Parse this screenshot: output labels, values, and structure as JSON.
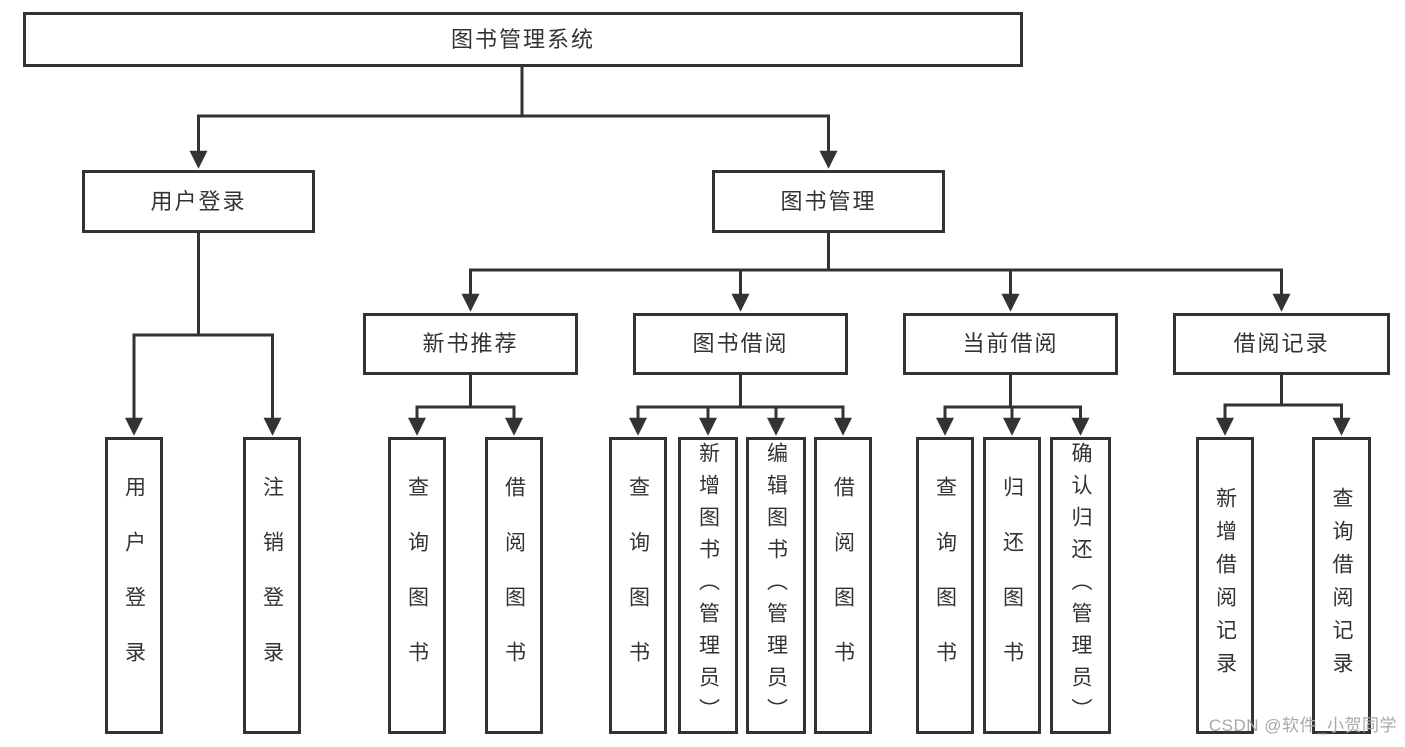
{
  "root": {
    "label": "图书管理系统"
  },
  "branches": [
    {
      "label": "用户登录",
      "children": [
        {
          "label": "用户登录"
        },
        {
          "label": "注销登录"
        }
      ]
    },
    {
      "label": "图书管理",
      "children": [
        {
          "label": "新书推荐",
          "children": [
            {
              "label": "查询图书"
            },
            {
              "label": "借阅图书"
            }
          ]
        },
        {
          "label": "图书借阅",
          "children": [
            {
              "label": "查询图书"
            },
            {
              "label": "新增图书（管理员）"
            },
            {
              "label": "编辑图书（管理员）"
            },
            {
              "label": "借阅图书"
            }
          ]
        },
        {
          "label": "当前借阅",
          "children": [
            {
              "label": "查询图书"
            },
            {
              "label": "归还图书"
            },
            {
              "label": "确认归还（管理员）"
            }
          ]
        },
        {
          "label": "借阅记录",
          "children": [
            {
              "label": "新增借阅记录"
            },
            {
              "label": "查询借阅记录"
            }
          ]
        }
      ]
    }
  ],
  "watermark": {
    "text": "CSDN @软件_小贺同学"
  },
  "colors": {
    "line": "#333333",
    "box_border": "#333333",
    "text": "#333333",
    "background": "#ffffff",
    "watermark": "#a7a9ad"
  }
}
